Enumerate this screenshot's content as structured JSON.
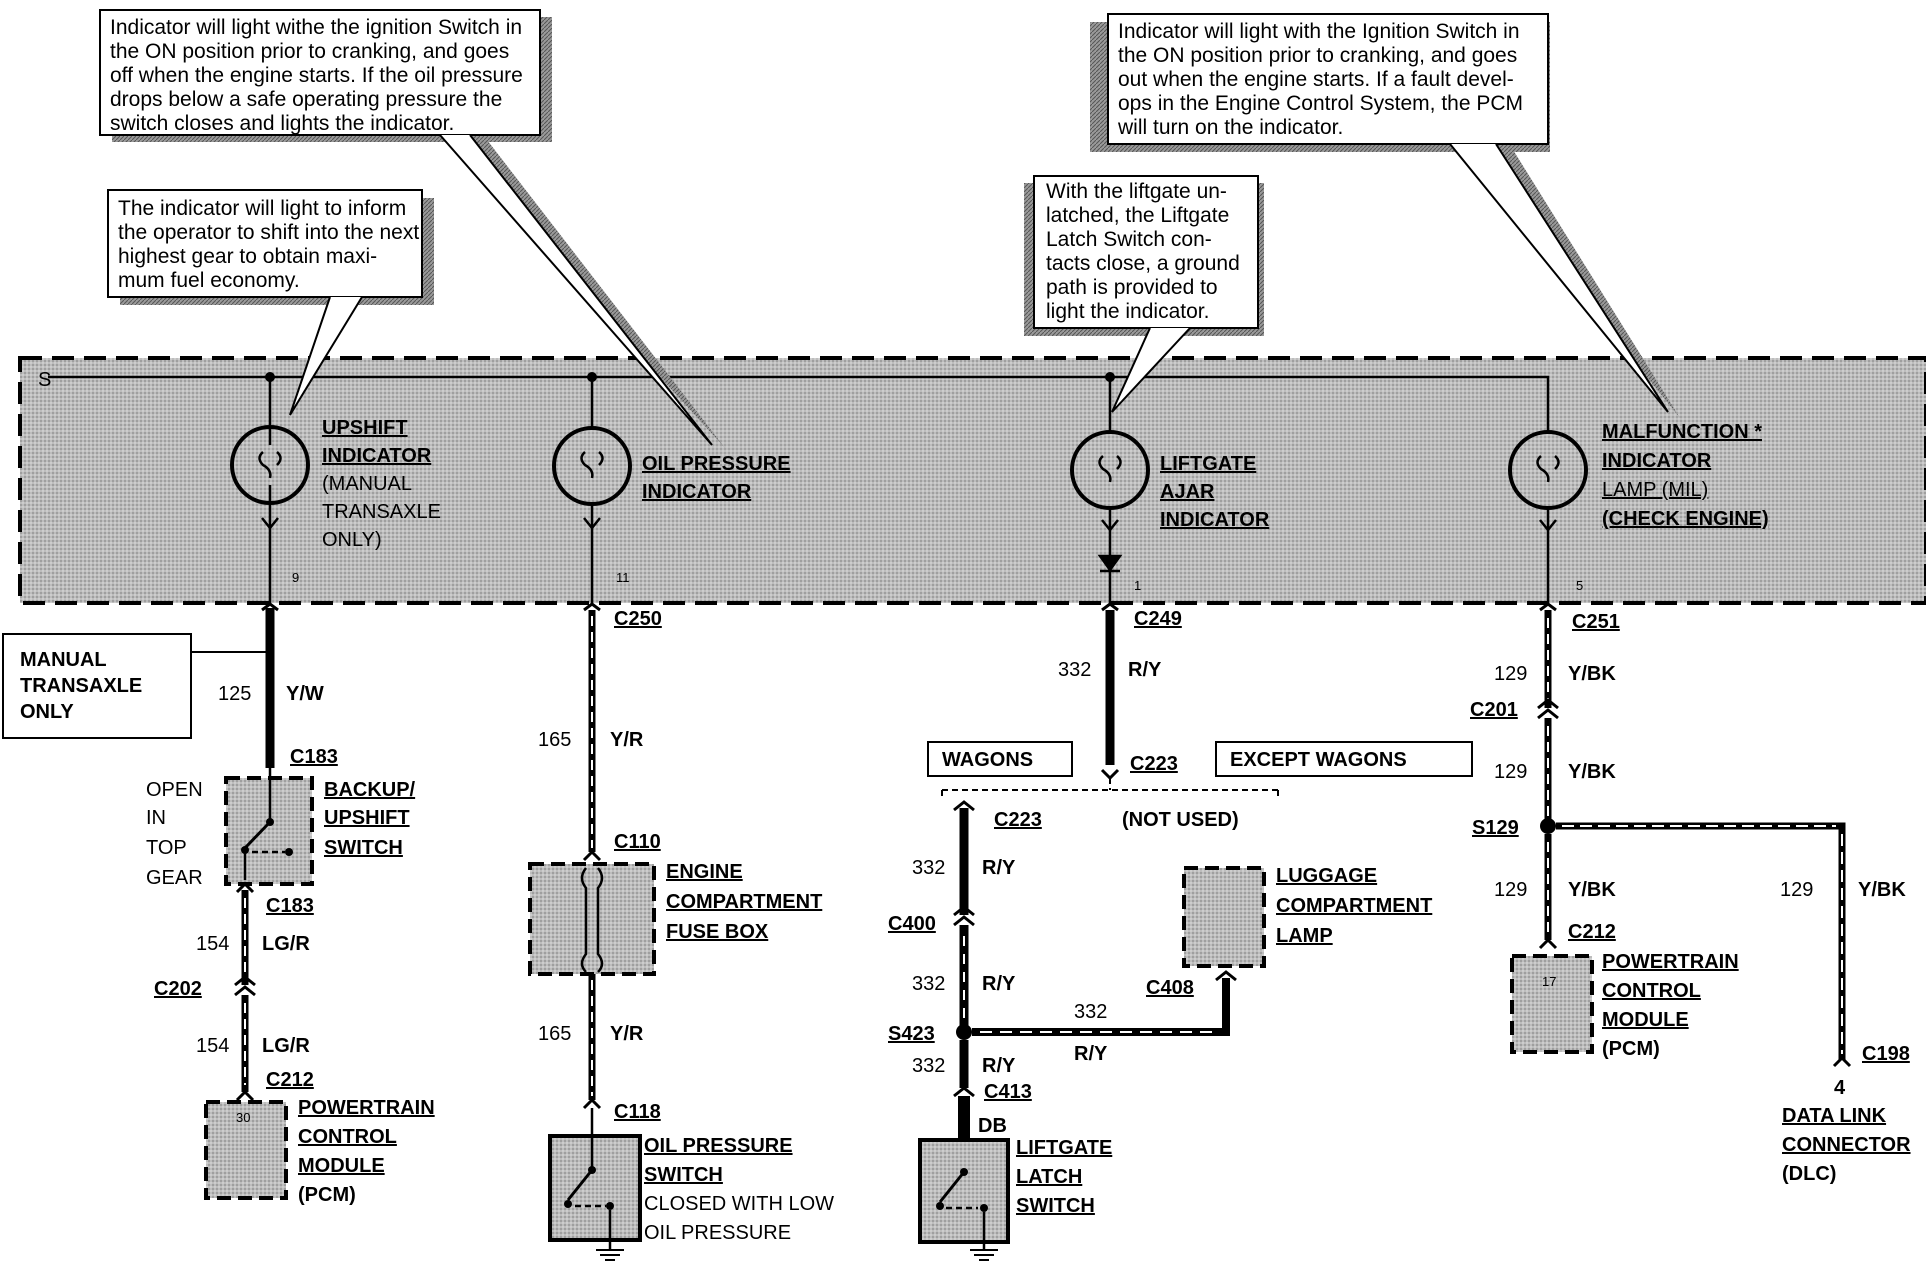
{
  "callouts": {
    "oil": [
      "Indicator will light withe the ignition Switch in",
      "the ON position prior to cranking, and goes",
      "off when the engine starts.  If the oil pressure",
      "drops below a safe operating pressure the",
      "switch closes and lights the indicator."
    ],
    "upshift": [
      "The indicator will light to inform",
      "the operator to shift into the next",
      "highest gear to obtain maxi-",
      "mum fuel economy."
    ],
    "liftgate": [
      "With the liftgate un-",
      "latched, the Liftgate",
      "Latch Switch con-",
      "tacts close, a ground",
      "path is provided to",
      "light the indicator."
    ],
    "mil": [
      "Indicator will light with the Ignition Switch in",
      "the ON position prior to cranking, and goes",
      "out when the engine starts.  If a fault devel-",
      "ops in the Engine Control System, the PCM",
      "will turn on the indicator."
    ]
  },
  "cluster": {
    "s_label": "S",
    "upshift": {
      "lines": [
        "UPSHIFT",
        "INDICATOR",
        "(MANUAL",
        "TRANSAXLE",
        "ONLY)"
      ],
      "pin": "9"
    },
    "oil": {
      "lines": [
        "OIL PRESSURE",
        "INDICATOR"
      ],
      "pin": "11"
    },
    "liftgate": {
      "lines": [
        "LIFTGATE",
        "AJAR",
        "INDICATOR"
      ],
      "pin": "1"
    },
    "mil": {
      "lines": [
        "MALFUNCTION *",
        "INDICATOR",
        "LAMP (MIL)",
        "(CHECK ENGINE)"
      ],
      "pin": "5"
    }
  },
  "col1": {
    "connector_top": "C183",
    "manual_box": [
      "MANUAL",
      "TRANSAXLE",
      "ONLY"
    ],
    "circuit": "125",
    "color": "Y/W",
    "open_text": [
      "OPEN",
      "IN",
      "TOP",
      "GEAR"
    ],
    "switch": [
      "BACKUP/",
      "UPSHIFT",
      "SWITCH"
    ],
    "c183b": "C183",
    "circuit2": "154",
    "color2": "LG/R",
    "c202": "C202",
    "circuit3": "154",
    "color3": "LG/R",
    "c212": "C212",
    "pcm_pin": "30",
    "pcm": [
      "POWERTRAIN",
      "CONTROL",
      "MODULE",
      "(PCM)"
    ]
  },
  "col2": {
    "c250": "C250",
    "circuit": "165",
    "color": "Y/R",
    "c110": "C110",
    "fusebox": [
      "ENGINE",
      "COMPARTMENT",
      "FUSE BOX"
    ],
    "circuit2": "165",
    "color2": "Y/R",
    "c118": "C118",
    "switch": [
      "OIL PRESSURE",
      "SWITCH"
    ],
    "note": [
      "CLOSED WITH LOW",
      "OIL PRESSURE"
    ]
  },
  "col3": {
    "c249": "C249",
    "circuit": "332",
    "color": "R/Y",
    "wagons": "WAGONS",
    "except_wagons": "EXCEPT WAGONS",
    "c223": "C223",
    "c223b": "C223",
    "not_used": "(NOT USED)",
    "circuit2": "332",
    "color2": "R/Y",
    "c400": "C400",
    "circuit3": "332",
    "color3": "R/Y",
    "s423": "S423",
    "circuit4": "332",
    "color4": "R/Y",
    "c413": "C413",
    "db": "DB",
    "switch": [
      "LIFTGATE",
      "LATCH",
      "SWITCH"
    ],
    "h_circuit": "332",
    "h_color": "R/Y",
    "c408": "C408",
    "lamp": [
      "LUGGAGE",
      "COMPARTMENT",
      "LAMP"
    ]
  },
  "col4": {
    "c251": "C251",
    "circuit": "129",
    "color": "Y/BK",
    "c201": "C201",
    "circuit2": "129",
    "color2": "Y/BK",
    "s129": "S129",
    "circuit3": "129",
    "color3": "Y/BK",
    "c212": "C212",
    "pcm_pin": "17",
    "pcm": [
      "POWERTRAIN",
      "CONTROL",
      "MODULE",
      "(PCM)"
    ],
    "dlc_circuit": "129",
    "dlc_color": "Y/BK",
    "c198": "C198",
    "dlc_pin": "4",
    "dlc": [
      "DATA LINK",
      "CONNECTOR",
      "(DLC)"
    ]
  }
}
